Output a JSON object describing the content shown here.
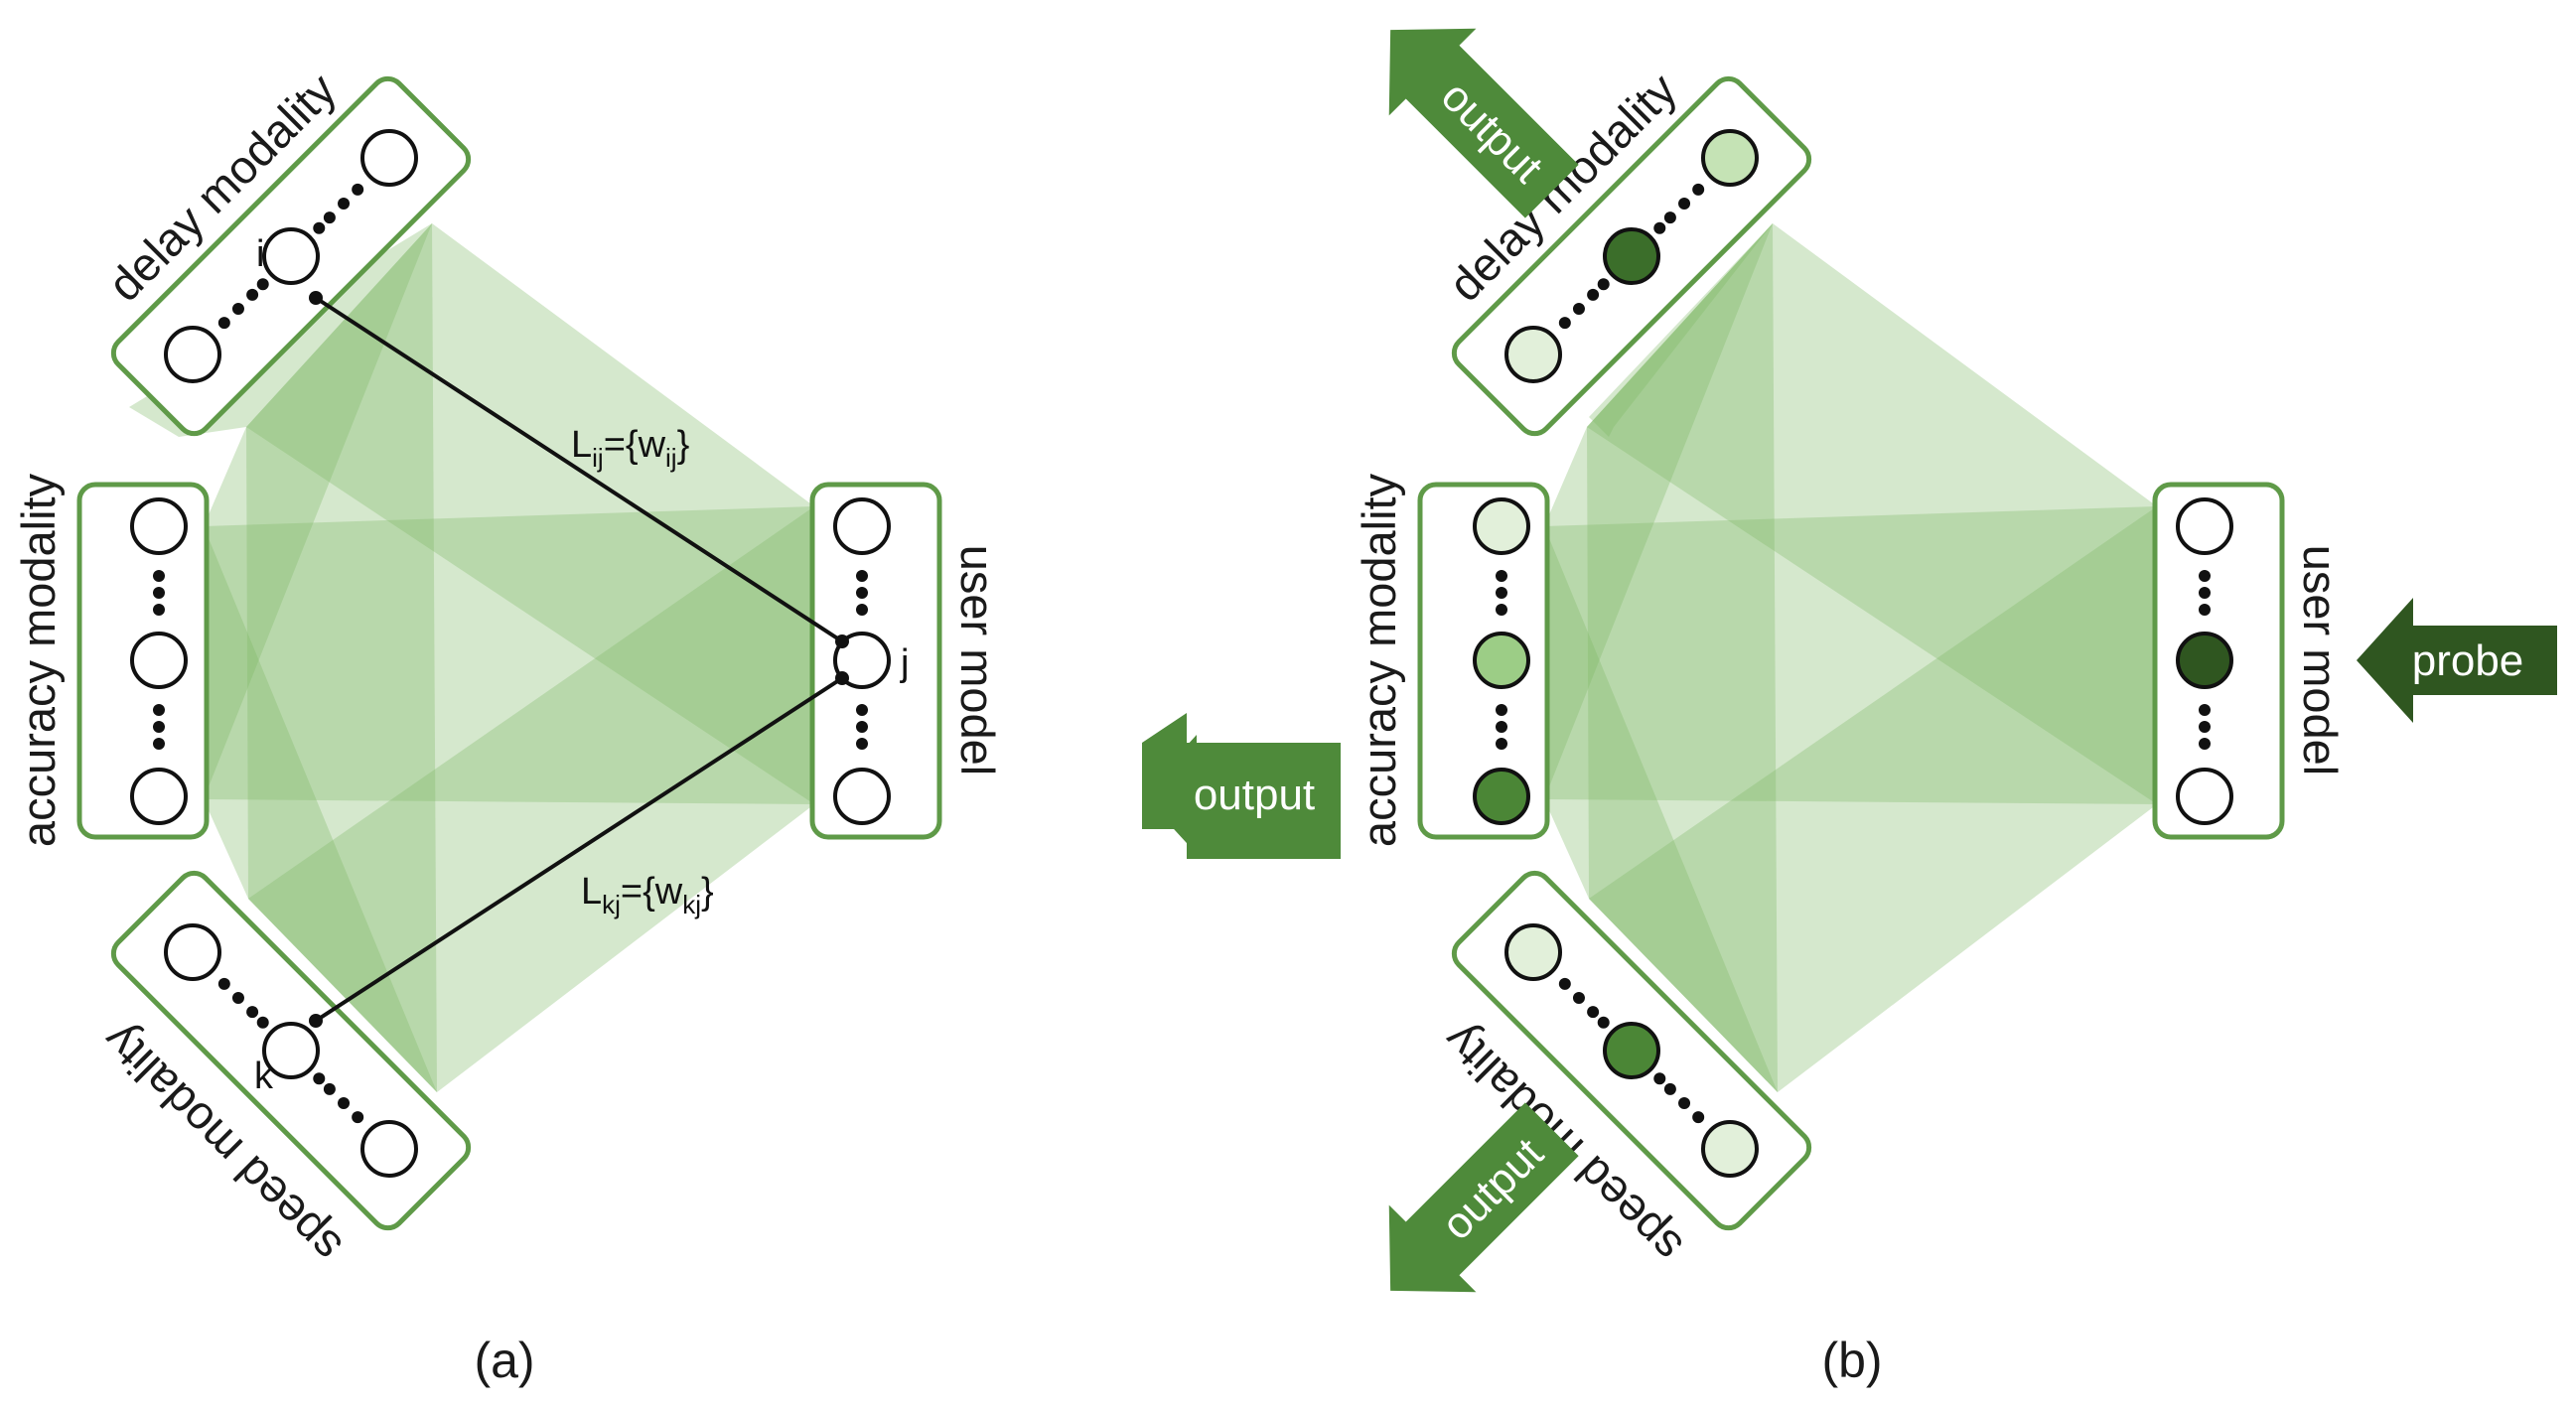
{
  "panel_a": {
    "caption": "(a)",
    "modules": {
      "delay": "delay modality",
      "accuracy": "accuracy modality",
      "speed": "speed modality",
      "user": "user model"
    },
    "nodes": {
      "i": "i",
      "j": "j",
      "k": "k"
    },
    "links": {
      "lij": {
        "base": "L",
        "base_sub": "ij",
        "mid": "={w",
        "w_sub": "ij",
        "end": "}"
      },
      "lkj": {
        "base": "L",
        "base_sub": "kj",
        "mid": "={w",
        "w_sub": "kj",
        "end": "}"
      }
    },
    "output_arrow": "output"
  },
  "panel_b": {
    "caption": "(b)",
    "modules": {
      "delay": "delay modality",
      "accuracy": "accuracy modality",
      "speed": "speed modality",
      "user": "user model"
    },
    "arrows": {
      "delay_output": "output",
      "speed_output": "output",
      "probe": "probe"
    }
  },
  "colors": {
    "module_border": "#5f9a48",
    "band": "#7db662",
    "arrow": "#4e8a3a",
    "probe_arrow": "#2f5620",
    "node_dark": "#3b6e2a",
    "node_mid": "#9ccd86",
    "node_light": "#e2f0da"
  }
}
